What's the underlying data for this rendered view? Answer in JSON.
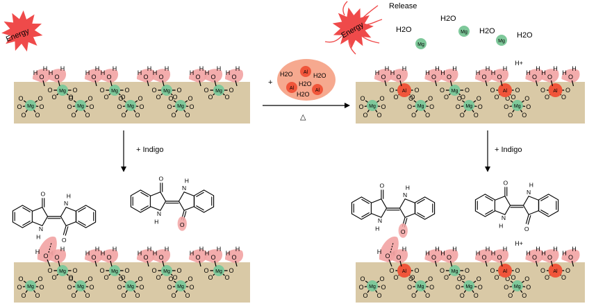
{
  "labels": {
    "energy": "Energy",
    "release": "Release",
    "plus": "+",
    "delta": "△",
    "indigo_step": "+ Indigo",
    "proton": "H+",
    "water": "H2O",
    "mg": "Mg",
    "al": "Al",
    "o": "O",
    "h": "H",
    "n": "N",
    "ellipse_water": [
      "H2O",
      "H2O",
      "H2O",
      "H2O"
    ],
    "ellipse_al": [
      "Al",
      "Al",
      "Al"
    ],
    "released_water": [
      "H2O",
      "H2O",
      "H2O",
      "H2O"
    ],
    "released_mg": [
      "Mg",
      "Mg",
      "Mg"
    ]
  },
  "colors": {
    "substrate": "#d9c9a6",
    "mg_atom": "#7ec89a",
    "al_atom": "#f0553a",
    "highlight": "#f2a3a3",
    "energy_burst": "#ef4a4a",
    "ellipse": "#f6a98f"
  },
  "panels": {
    "top_left": {
      "surface": [
        "Mg",
        "Mg",
        "Mg",
        "Mg"
      ],
      "bound": [
        "none",
        "none",
        "none",
        "none"
      ]
    },
    "top_right": {
      "surface": [
        "Al",
        "Mg",
        "Al",
        "Al"
      ],
      "bound": [
        "none",
        "none",
        "none",
        "none"
      ]
    },
    "bottom_left": {
      "surface": [
        "Mg",
        "Mg",
        "Mg",
        "Mg"
      ],
      "bound": [
        "indigo",
        "none",
        "none",
        "none"
      ]
    },
    "bottom_right": {
      "surface": [
        "Al",
        "Mg",
        "Al",
        "Al"
      ],
      "bound": [
        "indigo",
        "none",
        "none",
        "none"
      ]
    }
  }
}
